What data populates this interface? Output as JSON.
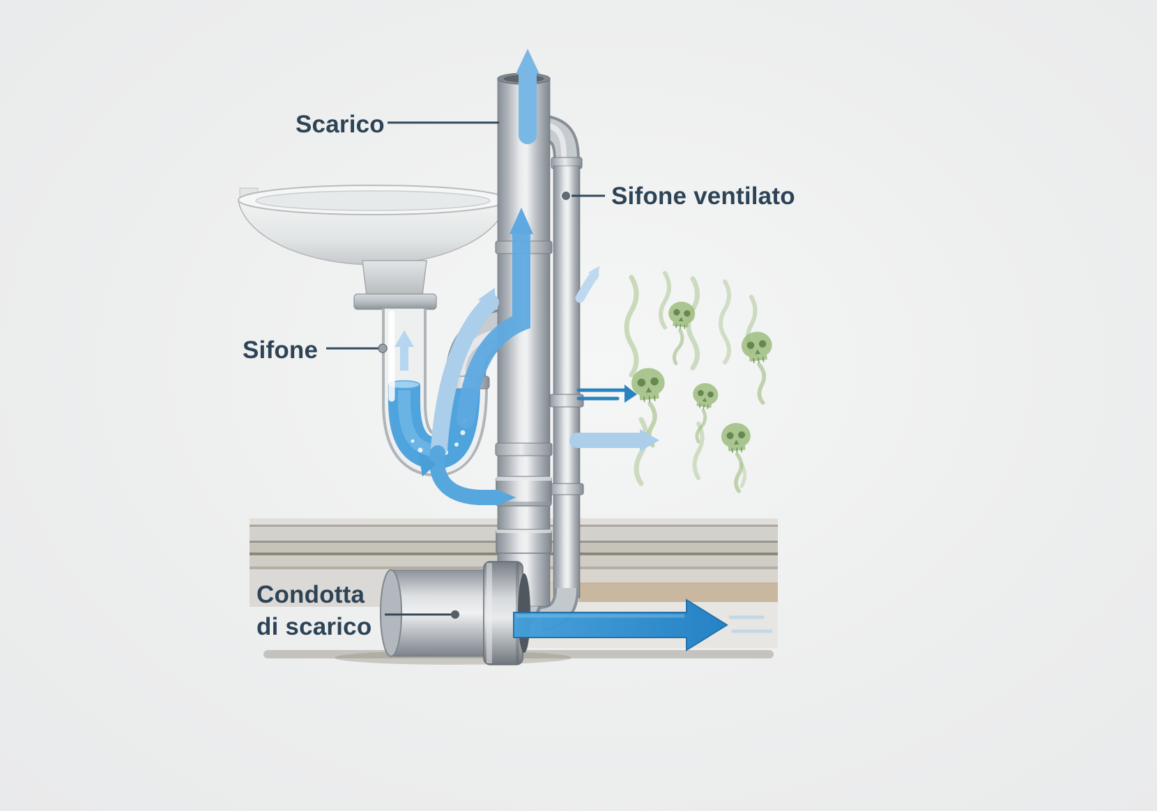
{
  "labels": {
    "scarico": "Scarico",
    "sifone_ventilato": "Sifone ventilato",
    "sifone": "Sifone",
    "condotta_di_scarico": "Condotta di scarico"
  },
  "colors": {
    "background": "#edeeee",
    "label_text": "#2d4356",
    "leader_line": "#32495c",
    "pipe_gray": "#c3c8cd",
    "pipe_shadow": "#868d95",
    "water_blue": "#489fdc",
    "flow_blue": "#57a7df",
    "flow_blue_light": "#a9cdeb",
    "sewer_flow_blue": "#2f8fd2",
    "gas_green": "#9cbc7e",
    "gas_green_dark": "#61814a"
  },
  "icons": {
    "gas_skull": "sewer-gas skull wisp",
    "flow_arrow": "blue flow arrow"
  },
  "diagram": {
    "type": "vented-trap-plumbing-diagram",
    "parts": [
      "sink",
      "siphon-trap",
      "drain-stack",
      "vented-siphon-pipe",
      "discharge-conduit",
      "sewer-gas"
    ]
  }
}
